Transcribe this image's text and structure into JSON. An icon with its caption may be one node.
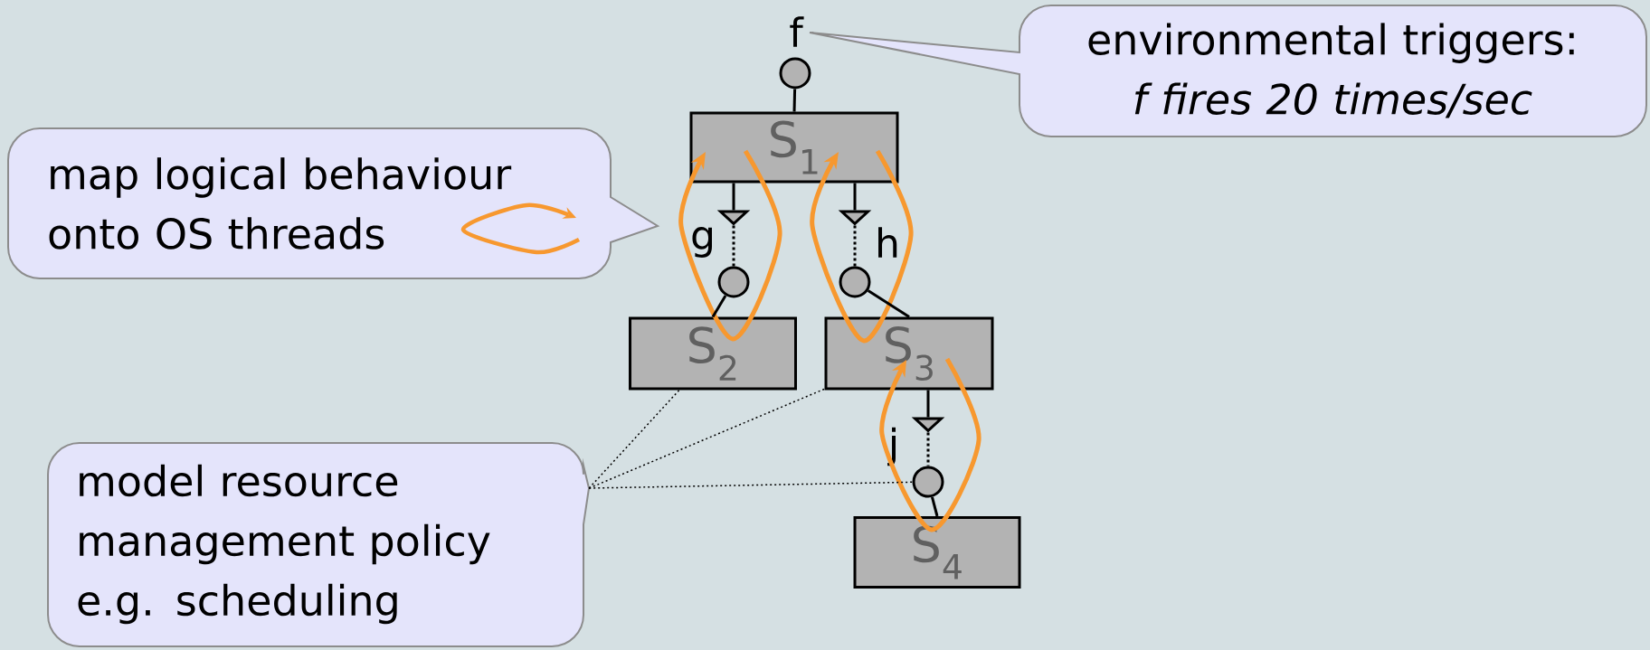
{
  "diagram": {
    "nodes": [
      {
        "text": [
          "S$_{1}$"
        ]
      },
      {
        "text": [
          "S$_{2}$"
        ]
      },
      {
        "text": [
          "S$_{3}$"
        ]
      },
      {
        "text": [
          "S$_{4}$"
        ]
      },
      {
        "text": [
          "f"
        ]
      },
      {
        "text": [
          "g"
        ]
      },
      {
        "text": [
          "h"
        ]
      },
      {
        "text": [
          "j"
        ]
      },
      {
        "text": [
          "environmental triggers:",
          "f fires 20 times/sec"
        ]
      },
      {
        "text": [
          "map logical behaviour onto OS threads"
        ]
      },
      {
        "text": [
          "model resource management policy e.g. scheduling"
        ]
      }
    ],
    "edges": [
      {
        "from": 4,
        "to": 0,
        "arrow": "none"
      },
      {
        "from": 0,
        "to": 5,
        "arrow": "to",
        "style": "dashed"
      },
      {
        "from": 5,
        "to": 1,
        "arrow": "none"
      },
      {
        "from": 0,
        "to": 6,
        "arrow": "to",
        "style": "dashed"
      },
      {
        "from": 6,
        "to": 2,
        "arrow": "none"
      },
      {
        "from": 2,
        "to": 7,
        "arrow": "to",
        "style": "dashed"
      },
      {
        "from": 7,
        "to": 3,
        "arrow": "none"
      },
      {
        "from": 10,
        "to": 1,
        "arrow": "none",
        "style": "dashed"
      },
      {
        "from": 10,
        "to": 2,
        "arrow": "none",
        "style": "dashed"
      },
      {
        "from": 10,
        "to": 7,
        "arrow": "none",
        "style": "dashed"
      }
    ]
  }
}
